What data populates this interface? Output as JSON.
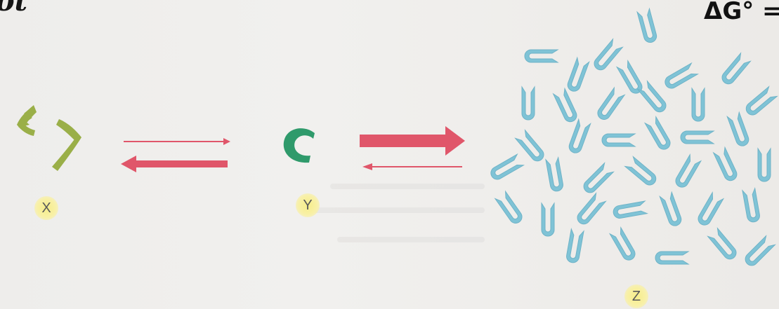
{
  "header": {
    "left_fragment": "ot",
    "right_fragment": "ΔG° ="
  },
  "labels": {
    "x": "X",
    "y": "Y",
    "z": "Z"
  },
  "colors": {
    "x_fragments": "#9aaf48",
    "y_molecule": "#2f9a6b",
    "z_aggregate": "#7fc3d6",
    "arrow": "#e0566a",
    "label_badge": "#f6ed8a"
  }
}
